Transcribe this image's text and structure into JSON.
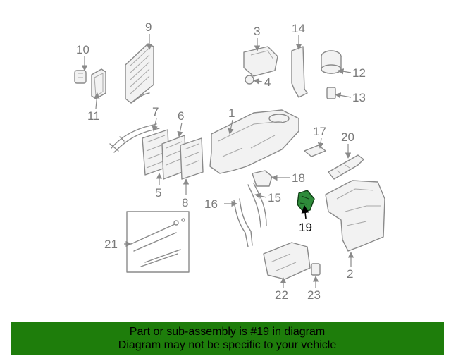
{
  "diagram": {
    "callouts": [
      "1",
      "2",
      "3",
      "4",
      "5",
      "6",
      "7",
      "8",
      "9",
      "10",
      "11",
      "12",
      "13",
      "14",
      "15",
      "16",
      "17",
      "18",
      "19",
      "20",
      "21",
      "22",
      "23"
    ],
    "highlighted_callout": "19",
    "colors": {
      "highlight_part": "#2e8b3a",
      "banner_bg": "#1e7d0b",
      "line": "#8a8a8a"
    }
  },
  "banner": {
    "line1": "Part or sub-assembly is #19 in diagram",
    "line2": "Diagram may not be specific to your vehicle"
  }
}
